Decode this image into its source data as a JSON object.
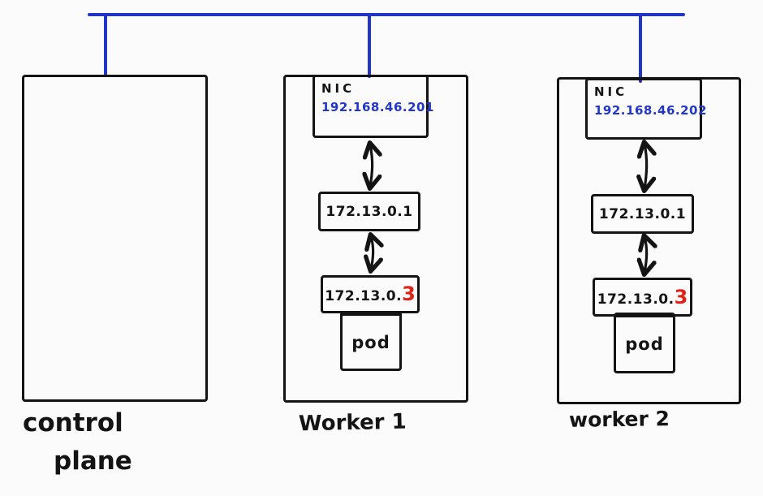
{
  "colors": {
    "bus": "#2136c4",
    "ink": "#141414",
    "ip_blue": "#2236c8",
    "highlight_red": "#e02318"
  },
  "control_plane": {
    "label_line1": "control",
    "label_line2": "plane"
  },
  "workers": [
    {
      "label": "Worker 1",
      "nic_title": "NIC",
      "nic_ip": "192.168.46.201",
      "bridge_ip": "172.13.0.1",
      "pod_ip_prefix": "172.13.0.",
      "pod_ip_highlight": "3",
      "pod_label": "pod"
    },
    {
      "label": "worker 2",
      "nic_title": "NIC",
      "nic_ip": "192.168.46.202",
      "bridge_ip": "172.13.0.1",
      "pod_ip_prefix": "172.13.0.",
      "pod_ip_highlight": "3",
      "pod_label": "pod"
    }
  ]
}
